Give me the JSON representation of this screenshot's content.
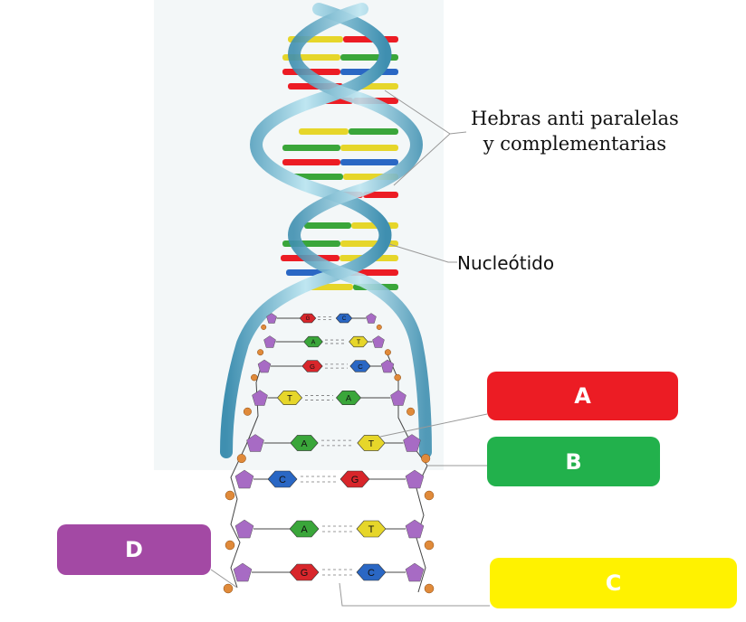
{
  "labels": {
    "strands_line1": "Hebras anti paralelas",
    "strands_line2": "y complementarias",
    "nucleotide": "Nucleótido"
  },
  "answer_boxes": [
    {
      "letter": "A",
      "color": "#ec1c24"
    },
    {
      "letter": "B",
      "color": "#22b14c"
    },
    {
      "letter": "C",
      "color": "#fff200"
    },
    {
      "letter": "D",
      "color": "#a349a4"
    }
  ],
  "bases": [
    {
      "left": "A",
      "right": "T"
    },
    {
      "left": "G",
      "right": "C"
    },
    {
      "left": "T",
      "right": "A"
    },
    {
      "left": "A",
      "right": "T"
    },
    {
      "left": "C",
      "right": "G"
    },
    {
      "left": "A",
      "right": "T"
    },
    {
      "left": "G",
      "right": "C"
    }
  ],
  "colors": {
    "backbone": "#7fc9dc",
    "A": "#3aa63a",
    "T": "#e6d62a",
    "G": "#d8262b",
    "C": "#2a67c4",
    "sugar": "#a76bc4",
    "phosphate": "#e08a3a"
  }
}
